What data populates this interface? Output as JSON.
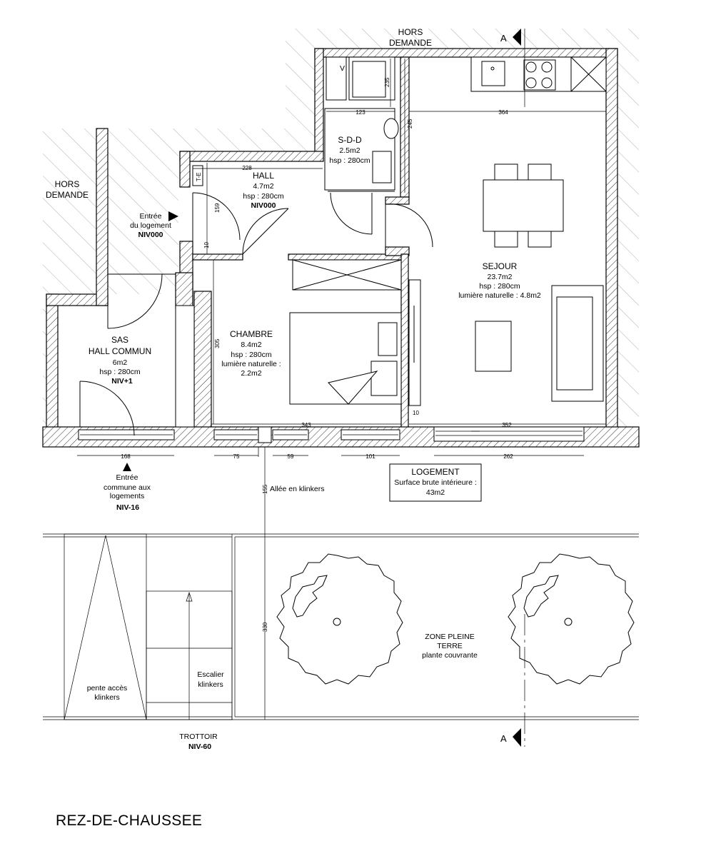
{
  "plan_title": "REZ-DE-CHAUSSEE",
  "labels": {
    "hors_demande_top_1": "HORS",
    "hors_demande_top_2": "DEMANDE",
    "hors_demande_left_1": "HORS",
    "hors_demande_left_2": "DEMANDE",
    "section_marker": "A",
    "entree_logement_1": "Entrée",
    "entree_logement_2": "du logement",
    "entree_logement_niv": "NIV000",
    "te": "T-E",
    "v": "V",
    "entree_commune_1": "Entrée",
    "entree_commune_2": "commune aux",
    "entree_commune_3": "logements",
    "entree_commune_niv": "NIV-16",
    "allee": "Allée en klinkers",
    "pente_1": "pente accès",
    "pente_2": "klinkers",
    "escalier_1": "Escalier",
    "escalier_2": "klinkers",
    "trottoir": "TROTTOIR",
    "trottoir_niv": "NIV-60",
    "zone_1": "ZONE PLEINE",
    "zone_2": "TERRE",
    "zone_3": "plante couvrante"
  },
  "rooms": {
    "hall": {
      "name": "HALL",
      "area": "4.7m2",
      "hsp": "hsp : 280cm",
      "level": "NIV000"
    },
    "sdd": {
      "name": "S-D-D",
      "area": "2.5m2",
      "hsp": "hsp : 280cm"
    },
    "sejour": {
      "name": "SEJOUR",
      "area": "23.7m2",
      "hsp": "hsp : 280cm",
      "light": "lumière naturelle : 4.8m2"
    },
    "chambre": {
      "name": "CHAMBRE",
      "area": "8.4m2",
      "hsp": "hsp : 280cm",
      "light_1": "lumière naturelle :",
      "light_2": "2.2m2"
    },
    "sas": {
      "name_1": "SAS",
      "name_2": "HALL COMMUN",
      "area": "6m2",
      "hsp": "hsp : 280cm",
      "level": "NIV+1"
    }
  },
  "logement": {
    "title": "LOGEMENT",
    "line1": "Surface brute intérieure :",
    "line2": "43m2"
  },
  "dimensions": {
    "d235": "235",
    "d123": "123",
    "d364": "364",
    "d245": "245",
    "d228": "228",
    "d159": "159",
    "d10a": "10",
    "d305": "305",
    "d343": "343",
    "d10b": "10",
    "d352": "352",
    "d168": "168",
    "d75": "75",
    "d59": "59",
    "d101": "101",
    "d262": "262",
    "d155": "155",
    "d330": "330"
  }
}
